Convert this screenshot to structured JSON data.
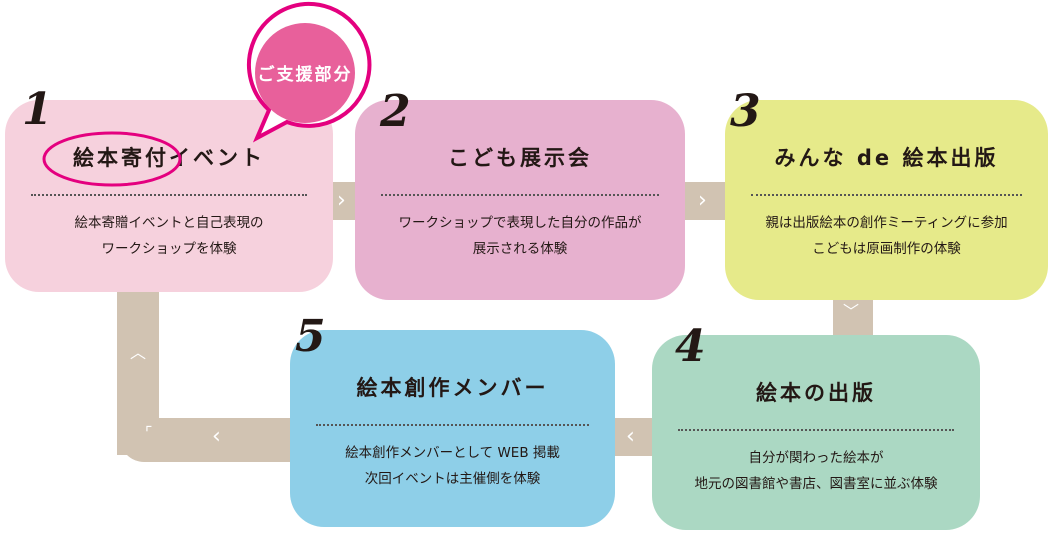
{
  "badge": {
    "label": "ご支援部分",
    "fill": "#e8609b",
    "stroke": "#e4007f"
  },
  "connector_color": "#d1c3b2",
  "steps": [
    {
      "number": "1",
      "title": "絵本寄付イベント",
      "desc": [
        "絵本寄贈イベントと自己表現の",
        "ワークショップを体験"
      ],
      "color": "#f6d1dd"
    },
    {
      "number": "2",
      "title": "こども展示会",
      "desc": [
        "ワークショップで表現した自分の作品が",
        "展示される体験"
      ],
      "color": "#e7b1cf"
    },
    {
      "number": "3",
      "title": "みんな de 絵本出版",
      "desc": [
        "親は出版絵本の創作ミーティングに参加",
        "こどもは原画制作の体験"
      ],
      "color": "#e6ea8a"
    },
    {
      "number": "4",
      "title": "絵本の出版",
      "desc": [
        "自分が関わった絵本が",
        "地元の図書館や書店、図書室に並ぶ体験"
      ],
      "color": "#abd8c3"
    },
    {
      "number": "5",
      "title": "絵本創作メンバー",
      "desc": [
        "絵本創作メンバーとして WEB 掲載",
        "次回イベントは主催側を体験"
      ],
      "color": "#8ecfe8"
    }
  ]
}
